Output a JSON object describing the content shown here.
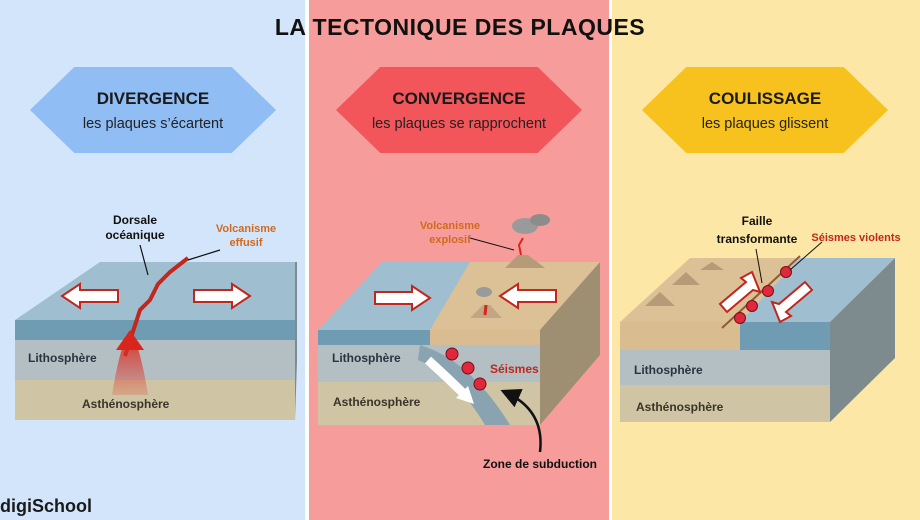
{
  "title": "LA TECTONIQUE DES PLAQUES",
  "colors": {
    "panel_divergence": "#d3e5fb",
    "panel_convergence": "#f69d9b",
    "panel_coulissage": "#fde7a6",
    "hex_divergence": "#8fbdf4",
    "hex_convergence": "#f2555a",
    "hex_coulissage": "#f7c21d"
  },
  "panels": [
    {
      "heading": "DIVERGENCE",
      "subtitle": "les plaques s’écartent",
      "labels": {
        "ridge": [
          "Dorsale",
          "océanique"
        ],
        "volcanism": [
          "Volcanisme",
          "effusif"
        ],
        "lithosphere": "Lithosphère",
        "asthenosphere": "Asthénosphère"
      }
    },
    {
      "heading": "CONVERGENCE",
      "subtitle": "les plaques se rapprochent",
      "labels": {
        "volcanism": [
          "Volcanisme",
          "explosif"
        ],
        "earthquakes": "Séismes",
        "lithosphere": "Lithosphère",
        "asthenosphere": "Asthénosphère",
        "subduction": "Zone de subduction"
      }
    },
    {
      "heading": "COULISSAGE",
      "subtitle": "les plaques glissent",
      "labels": {
        "fault": [
          "Faille",
          "transformante"
        ],
        "earthquakes": "Séismes violents",
        "lithosphere": "Lithosphère",
        "asthenosphere": "Asthénosphère"
      }
    }
  ],
  "logo": "digiSchool"
}
